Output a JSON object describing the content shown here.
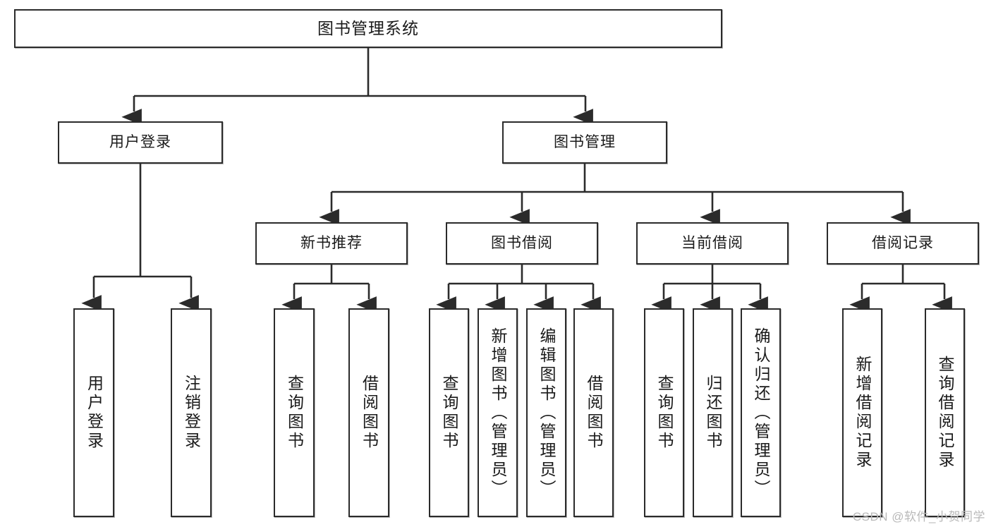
{
  "diagram": {
    "type": "tree-hierarchy",
    "title": "图书管理系统",
    "orientation": "top-down",
    "colors": {
      "box_border": "#2b2b2b",
      "box_fill": "#ffffff",
      "edge": "#2b2b2b",
      "text": "#1a1a1a",
      "watermark": "#b9b9b9"
    },
    "nodes": {
      "root": {
        "label": "图书管理系统"
      },
      "level1": [
        {
          "id": "user-login",
          "label": "用户登录"
        },
        {
          "id": "book-manage",
          "label": "图书管理"
        }
      ],
      "level2": [
        {
          "id": "new-book-rec",
          "label": "新书推荐"
        },
        {
          "id": "book-borrow",
          "label": "图书借阅"
        },
        {
          "id": "current-borrow",
          "label": "当前借阅"
        },
        {
          "id": "borrow-record",
          "label": "借阅记录"
        }
      ],
      "leaves": {
        "user_login": [
          {
            "id": "leaf-user-login",
            "label": "用户登录"
          },
          {
            "id": "leaf-logout",
            "label": "注销登录"
          }
        ],
        "new_book_rec": [
          {
            "id": "leaf-query-book-1",
            "label": "查询图书"
          },
          {
            "id": "leaf-borrow-book-1",
            "label": "借阅图书"
          }
        ],
        "book_borrow": [
          {
            "id": "leaf-query-book-2",
            "label": "查询图书"
          },
          {
            "id": "leaf-add-book",
            "label": "新增图书（管理员）"
          },
          {
            "id": "leaf-edit-book",
            "label": "编辑图书（管理员）"
          },
          {
            "id": "leaf-borrow-book-2",
            "label": "借阅图书"
          }
        ],
        "current_borrow": [
          {
            "id": "leaf-query-book-3",
            "label": "查询图书"
          },
          {
            "id": "leaf-return-book",
            "label": "归还图书"
          },
          {
            "id": "leaf-confirm-return",
            "label": "确认归还（管理员）"
          }
        ],
        "borrow_record": [
          {
            "id": "leaf-add-record",
            "label": "新增借阅记录"
          },
          {
            "id": "leaf-query-record",
            "label": "查询借阅记录"
          }
        ]
      }
    },
    "watermark": "CSDN @软件_小贺同学"
  }
}
